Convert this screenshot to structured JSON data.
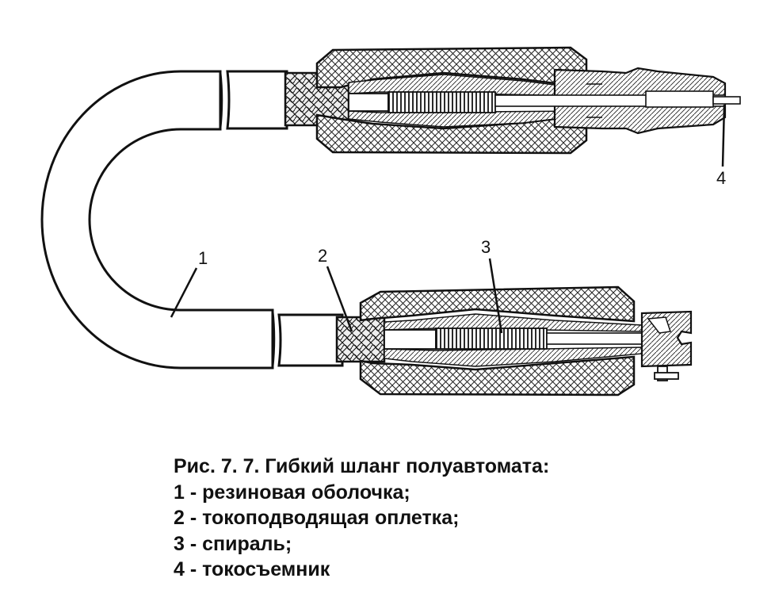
{
  "labels": {
    "l1": "1",
    "l2": "2",
    "l3": "3",
    "l4": "4"
  },
  "caption": {
    "title": "Рис. 7. 7. Гибкий шланг полуавтомата:",
    "items": [
      "1 - резиновая оболочка;",
      "2 - токоподводящая оплетка;",
      "3 - спираль;",
      "4 - токосъемник"
    ]
  }
}
